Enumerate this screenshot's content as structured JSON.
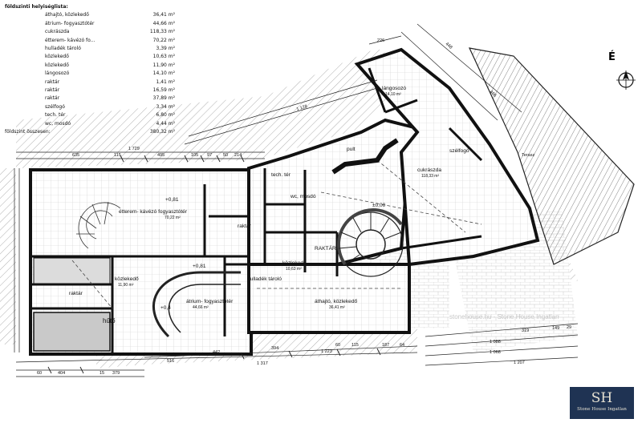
{
  "legend": {
    "title": "földszinti helyiséglista:",
    "rows": [
      {
        "name": "áthajtó, közlekedő",
        "area": "36,41 m²"
      },
      {
        "name": "átrium- fogyasztótér",
        "area": "44,66 m²"
      },
      {
        "name": "cukrászda",
        "area": "118,33 m²"
      },
      {
        "name": "étterem- kávézó fo...",
        "area": "70,22 m²"
      },
      {
        "name": "hulladék tároló",
        "area": "3,39 m²"
      },
      {
        "name": "közlekedő",
        "area": "10,63 m²"
      },
      {
        "name": "közlekedő",
        "area": "11,90 m²"
      },
      {
        "name": "lángosozó",
        "area": "14,10 m²"
      },
      {
        "name": "raktár",
        "area": "1,41 m²"
      },
      {
        "name": "raktár",
        "area": "16,59 m²"
      },
      {
        "name": "raktár",
        "area": "37,89 m²"
      },
      {
        "name": "szélfogó",
        "area": "3,34 m²"
      },
      {
        "name": "tech. tér",
        "area": "6,80 m²"
      },
      {
        "name": "wc, mosdó",
        "area": "4,44 m²"
      }
    ],
    "total_label": "földszint összesen:",
    "total_area": "380,32 m²"
  },
  "rooms": {
    "etterem": "étterem- kávézó fogyasztótér",
    "etterem_area": "70,22 m²",
    "cukraszda": "cukrászda",
    "cukraszda_area": "118,33 m²",
    "atrium": "átrium- fogyasztótér",
    "atrium_area": "44,66 m²",
    "atjaro": "áthajtó, közlekedő",
    "atjaro_area": "36,41 m²",
    "kozlekedo1": "közlekedő",
    "kozlekedo1_area": "11,90 m²",
    "kozlekedo2": "közlekedő",
    "kozlekedo2_area": "10,63 m²",
    "raktar1": "raktár",
    "raktar2": "RAKTÁR",
    "raktar3": "raktár",
    "langosozo": "lángosozó",
    "langosozo_area": "14,10 m²",
    "szelfogo": "szélfogó",
    "hulladek": "hulladék tároló",
    "tech": "tech. tér",
    "wc": "wc, mosdó",
    "huto": "hűtő",
    "terasz": "Terasz",
    "pult": "pult"
  },
  "levels": [
    "+0,81",
    "+0,81",
    "±0,00",
    "+0,4"
  ],
  "dims": {
    "top_total": "1 729",
    "top_a": "635",
    "top_b": "115",
    "top_c": "495",
    "top_d": "105",
    "top_e": "97",
    "top_f": "50",
    "top_g": "214",
    "diag1": "1 128",
    "diag2": "226",
    "diag3": "448",
    "diag4": "466",
    "bottom_total": "1 317",
    "bottom_a": "1 223",
    "bottom_b": "516",
    "bottom_c": "442",
    "bottom_d": "394",
    "bottom_e": "60",
    "bottom_f": "115",
    "bottom_g": "187",
    "bottom_h": "64",
    "left_a": "404",
    "left_b": "15",
    "left_c": "379",
    "left_d": "60",
    "right_total": "1 207",
    "right_a": "1 088",
    "right_b": "1 068",
    "right_c": "319",
    "right_d": "149",
    "right_e": "29"
  },
  "north": "É",
  "watermark": "stonehouse.hu - Stone House Ingatlan",
  "logo": {
    "mark": "SH",
    "name": "Stone House Ingatlan"
  }
}
